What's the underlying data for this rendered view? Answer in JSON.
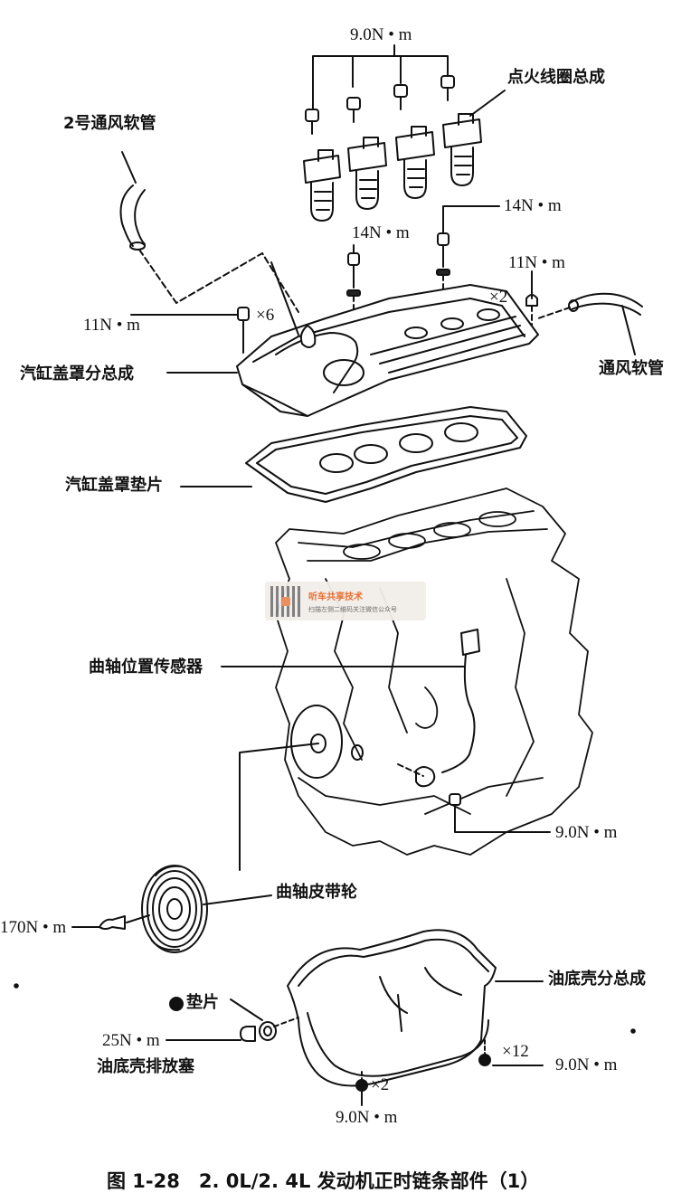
{
  "labels": {
    "torque_top": "9.0N • m",
    "ignition_coil": "点火线圈总成",
    "vent_hose_2": "2号通风软管",
    "torque_14_right": "14N • m",
    "torque_14_left": "14N • m",
    "torque_11_right": "11N • m",
    "times_2_top": "×2",
    "torque_11_left": "11N • m",
    "times_6": "×6",
    "vent_hose": "通风软管",
    "cover_assembly": "汽缸盖罩分总成",
    "cover_gasket": "汽缸盖罩垫片",
    "crank_sensor": "曲轴位置传感器",
    "torque_sensor_bolt": "9.0N • m",
    "crank_pulley": "曲轴皮带轮",
    "torque_170": "170N • m",
    "oil_pan_assembly": "油底壳分总成",
    "gasket": "垫片",
    "torque_25": "25N • m",
    "drain_plug": "油底壳排放塞",
    "times_12": "×12",
    "torque_pan_right": "9.0N • m",
    "times_2_bottom": "×2",
    "torque_pan_bottom": "9.0N • m"
  },
  "watermark": {
    "title": "听车共享技术",
    "subtitle": "扫描左侧二维码关注微信公众号"
  },
  "caption": "图 1-28　2. 0L/2. 4L 发动机正时链条部件（1）"
}
